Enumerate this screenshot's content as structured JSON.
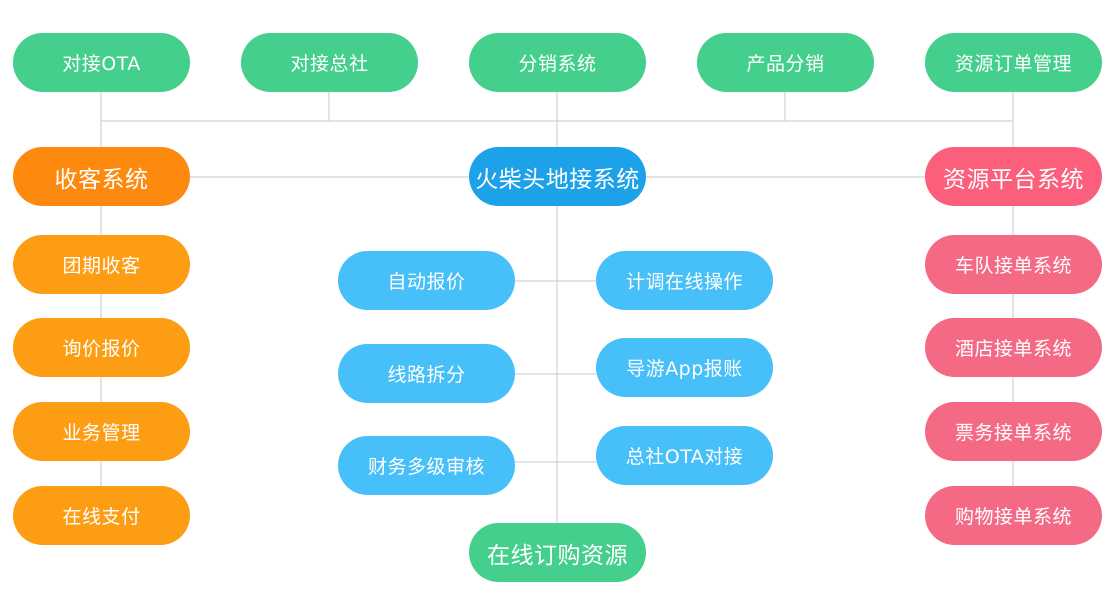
{
  "top_row": [
    "对接OTA",
    "对接总社",
    "分销系统",
    "产品分销",
    "资源订单管理"
  ],
  "main_row": {
    "left": "收客系统",
    "center": "火柴头地接系统",
    "right": "资源平台系统"
  },
  "left_column": [
    "团期收客",
    "询价报价",
    "业务管理",
    "在线支付"
  ],
  "center_left": [
    "自动报价",
    "线路拆分",
    "财务多级审核"
  ],
  "center_right": [
    "计调在线操作",
    "导游App报账",
    "总社OTA对接"
  ],
  "center_bottom": "在线订购资源",
  "right_column": [
    "车队接单系统",
    "酒店接单系统",
    "票务接单系统",
    "购物接单系统"
  ],
  "colors": {
    "green": "#45cf8d",
    "orange": "#fd8a0e",
    "amber": "#fc9d13",
    "blue": "#1da1e9",
    "sky": "#47bff8",
    "coral": "#fb5f7b",
    "pink": "#f46a85",
    "connector": "#c8c8c8"
  }
}
